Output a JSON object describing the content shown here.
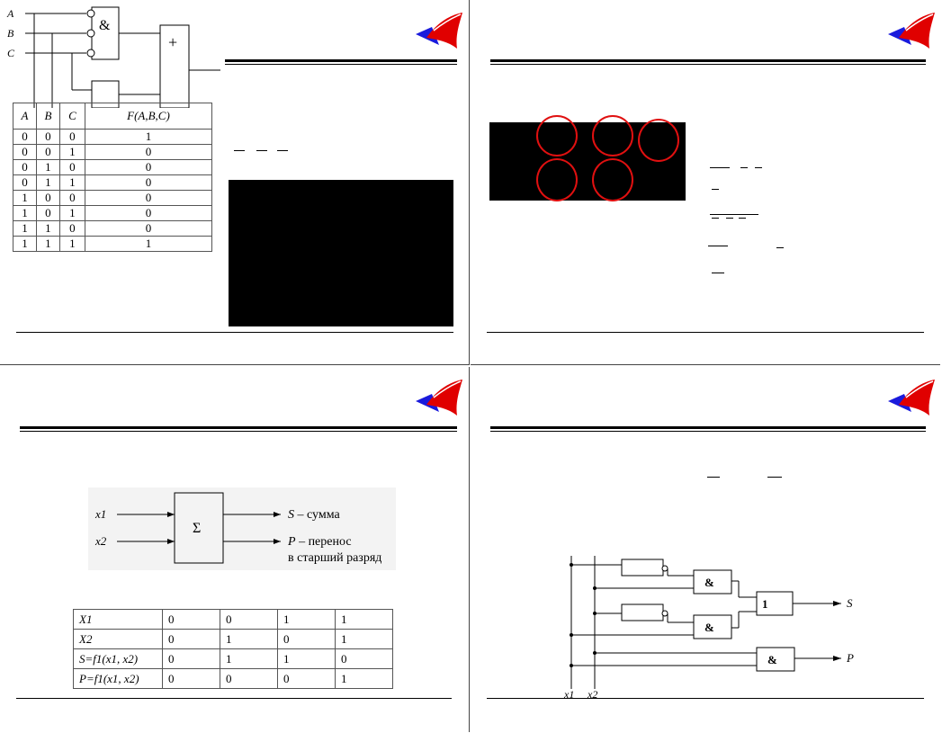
{
  "slide1": {
    "inputs": [
      "A",
      "B",
      "C"
    ],
    "and_symbol": "&",
    "or_symbol": "+",
    "table_headers": [
      "A",
      "B",
      "C",
      "F(A,B,C)"
    ],
    "table_rows": [
      [
        "0",
        "0",
        "0",
        "1"
      ],
      [
        "0",
        "0",
        "1",
        "0"
      ],
      [
        "0",
        "1",
        "0",
        "0"
      ],
      [
        "0",
        "1",
        "1",
        "0"
      ],
      [
        "1",
        "0",
        "0",
        "0"
      ],
      [
        "1",
        "0",
        "1",
        "0"
      ],
      [
        "1",
        "1",
        "0",
        "0"
      ],
      [
        "1",
        "1",
        "1",
        "1"
      ]
    ]
  },
  "slide3": {
    "block_symbol": "Σ",
    "input1": "x1",
    "input2": "x2",
    "output_sum_var": "S",
    "output_sum_text": " – сумма",
    "output_carry_var": "P",
    "output_carry_text": " – перенос",
    "output_carry_text2": "в старший разряд",
    "table": [
      [
        "X1",
        "0",
        "0",
        "1",
        "1"
      ],
      [
        "X2",
        "0",
        "1",
        "0",
        "1"
      ],
      [
        "S=f1(x1, x2)",
        "0",
        "1",
        "1",
        "0"
      ],
      [
        "P=f1(x1, x2)",
        "0",
        "0",
        "0",
        "1"
      ]
    ]
  },
  "slide4": {
    "and_label": "&",
    "or_label": "1",
    "out_s": "S",
    "out_p": "P",
    "x1": "x1",
    "x2": "x2"
  },
  "colors": {
    "logo_blue": "#1a1adc",
    "logo_red": "#e00000",
    "circle_red": "#e01010"
  }
}
